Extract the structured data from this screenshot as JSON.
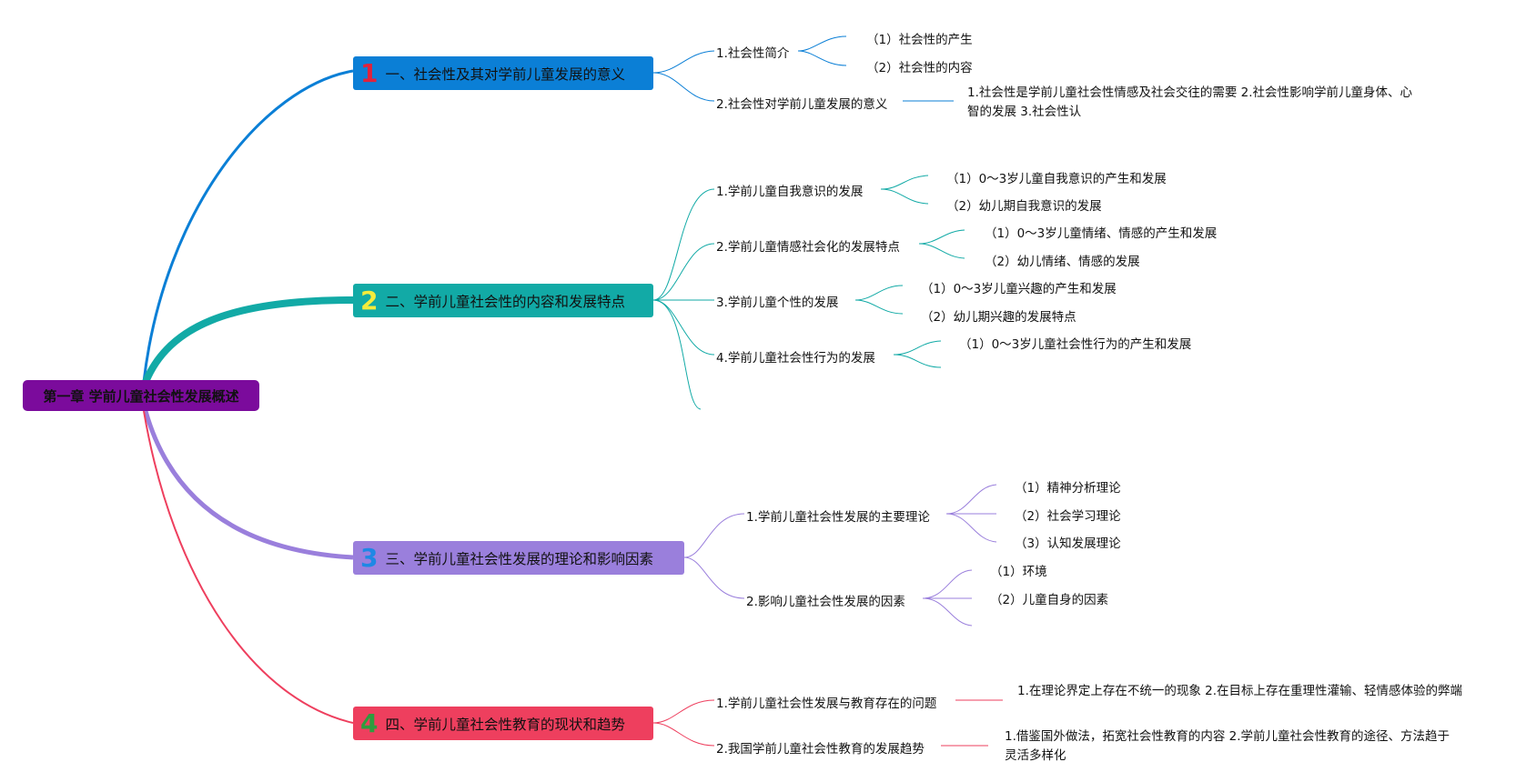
{
  "root": {
    "label": "第一章 学前儿童社会性发展概述",
    "color": "#7b0b9c"
  },
  "branches": [
    {
      "num": "1",
      "label": "一、社会性及其对学前儿童发展的意义",
      "color": "#0b7fd6",
      "num_color": "#e0223c",
      "topics": [
        {
          "label": "1.社会性简介",
          "items": [
            "（1）社会性的产生",
            "（2）社会性的内容"
          ]
        },
        {
          "label": "2.社会性对学前儿童发展的意义",
          "items": [
            "1.社会性是学前儿童社会性情感及社会交往的需要 2.社会性影响学前儿童身体、心智的发展 3.社会性认"
          ]
        }
      ]
    },
    {
      "num": "2",
      "label": "二、学前儿童社会性的内容和发展特点",
      "color": "#12aaa6",
      "num_color": "#f4ec3c",
      "topics": [
        {
          "label": "1.学前儿童自我意识的发展",
          "items": [
            "（1）0～3岁儿童自我意识的产生和发展",
            "（2）幼儿期自我意识的发展"
          ]
        },
        {
          "label": "2.学前儿童情感社会化的发展特点",
          "items": [
            "（1）0～3岁儿童情绪、情感的产生和发展",
            "（2）幼儿情绪、情感的发展"
          ]
        },
        {
          "label": "3.学前儿童个性的发展",
          "items": [
            "（1）0～3岁儿童兴趣的产生和发展",
            "（2）幼儿期兴趣的发展特点"
          ]
        },
        {
          "label": "4.学前儿童社会性行为的发展",
          "items": [
            "（1）0～3岁儿童社会性行为的产生和发展"
          ]
        }
      ]
    },
    {
      "num": "3",
      "label": "三、学前儿童社会性发展的理论和影响因素",
      "color": "#9a7fdc",
      "num_color": "#1e88e5",
      "topics": [
        {
          "label": "1.学前儿童社会性发展的主要理论",
          "items": [
            "（1）精神分析理论",
            "（2）社会学习理论",
            "（3）认知发展理论"
          ]
        },
        {
          "label": "2.影响儿童社会性发展的因素",
          "items": [
            "（1）环境",
            "（2）儿童自身的因素"
          ]
        }
      ]
    },
    {
      "num": "4",
      "label": "四、学前儿童社会性教育的现状和趋势",
      "color": "#ee3f5e",
      "num_color": "#2e9d3e",
      "topics": [
        {
          "label": "1.学前儿童社会性发展与教育存在的问题",
          "items": [
            "1.在理论界定上存在不统一的现象 2.在目标上存在重理性灌输、轻情感体验的弊端"
          ]
        },
        {
          "label": "2.我国学前儿童社会性教育的发展趋势",
          "items": [
            "1.借鉴国外做法，拓宽社会性教育的内容 2.学前儿童社会性教育的途径、方法趋于灵活多样化"
          ]
        }
      ]
    }
  ]
}
